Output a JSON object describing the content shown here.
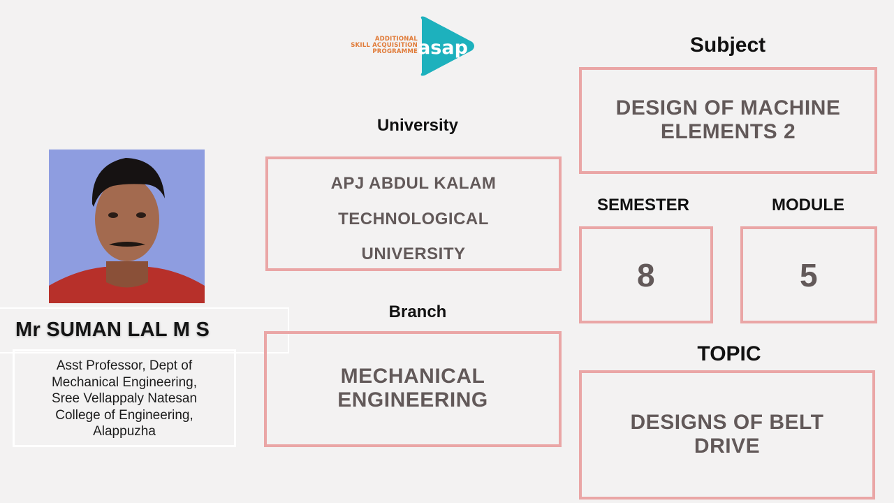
{
  "logo": {
    "text_lines": "ADDITIONAL\nSKILL ACQUISITION\nPROGRAMME",
    "mark_text": "asap"
  },
  "presenter": {
    "name": "Mr SUMAN LAL M S",
    "designation": "Asst  Professor, Dept of\nMechanical Engineering,\nSree Vellappaly Natesan\nCollege of Engineering,\nAlappuzha"
  },
  "university": {
    "heading": "University",
    "value": "APJ ABDUL KALAM\nTECHNOLOGICAL\nUNIVERSITY"
  },
  "branch": {
    "heading": "Branch",
    "value": "MECHANICAL\nENGINEERING"
  },
  "subject": {
    "heading": "Subject",
    "value": "DESIGN OF MACHINE\nELEMENTS 2"
  },
  "semester": {
    "heading": "SEMESTER",
    "value": "8"
  },
  "module": {
    "heading": "MODULE",
    "value": "5"
  },
  "topic": {
    "heading": "TOPIC",
    "value": "DESIGNS OF BELT\nDRIVE"
  },
  "colors": {
    "background": "#f3f2f2",
    "panel_border": "#eaa6a6",
    "panel_text": "#625959",
    "heading_text": "#111111",
    "logo_orange": "#e07a37",
    "logo_teal": "#1db1bd"
  }
}
